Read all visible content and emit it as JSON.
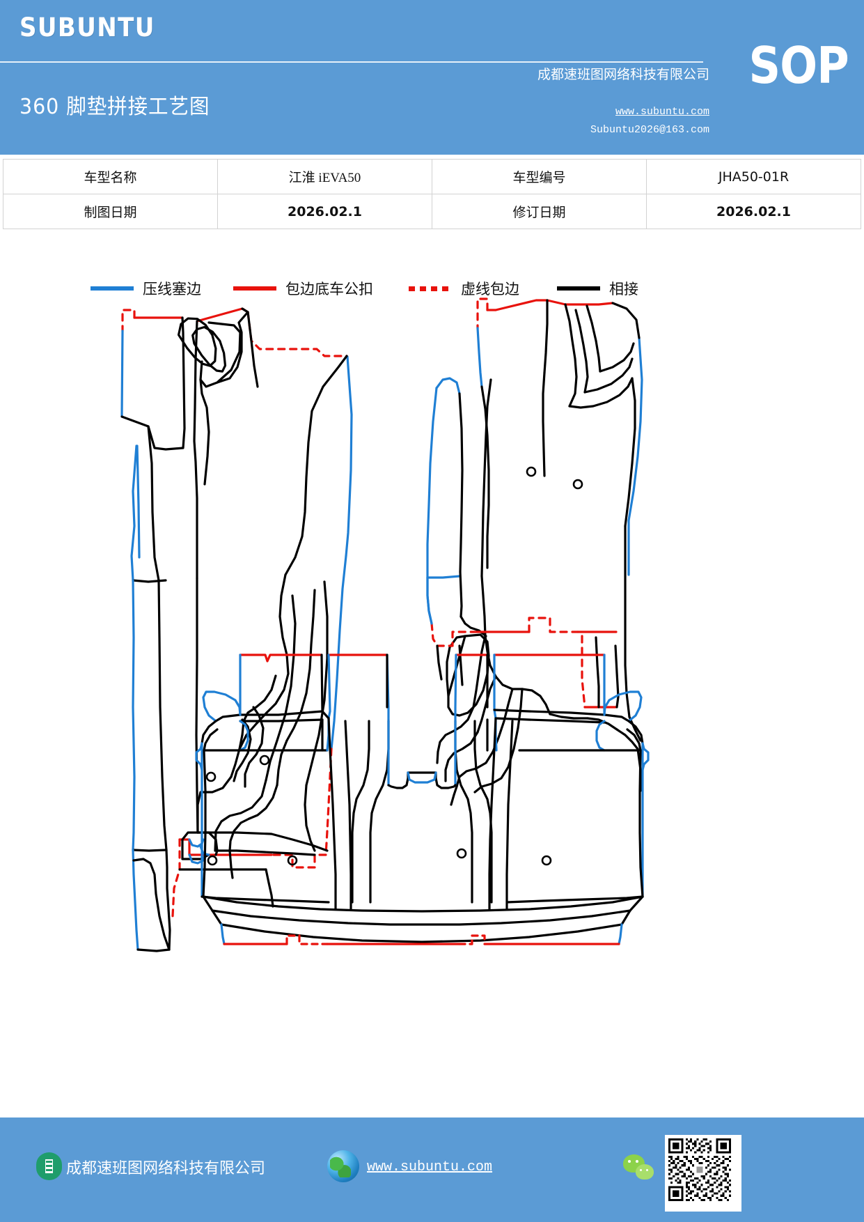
{
  "header": {
    "brand": "SUBUNTU",
    "doc_title": "360 脚垫拼接工艺图",
    "badge": "SOP",
    "company": "成都速班图网络科技有限公司",
    "website": "www.subuntu.com",
    "email": "Subuntu2026@163.com",
    "bg_color": "#5b9bd5"
  },
  "info_table": {
    "rows": [
      {
        "label_1": "车型名称",
        "value_1": "江淮 iEVA50",
        "label_2": "车型编号",
        "value_2": "JHA50-01R"
      },
      {
        "label_1": "制图日期",
        "value_1": "2026.02.1",
        "label_2": "修订日期",
        "value_2": "2026.02.1"
      }
    ]
  },
  "legend": {
    "items": [
      {
        "label": "压线塞边",
        "color": "#1f7fd4",
        "style": "solid"
      },
      {
        "label": "包边底车公扣",
        "color": "#e8120c",
        "style": "solid"
      },
      {
        "label": "虚线包边",
        "color": "#e8120c",
        "style": "dotted"
      },
      {
        "label": "相接",
        "color": "#000000",
        "style": "solid"
      }
    ]
  },
  "drawing": {
    "title": "360 脚垫拼接工艺图",
    "panels": [
      {
        "name": "front-left-mat",
        "position": "top-left"
      },
      {
        "name": "front-right-mat",
        "position": "top-right"
      },
      {
        "name": "rear-mat",
        "position": "bottom-center"
      }
    ],
    "stroke_colors": {
      "seam": "#000000",
      "press_edge": "#1f7fd4",
      "binding_clip": "#e8120c",
      "dashed_binding": "#e8120c"
    }
  },
  "footer": {
    "company": "成都速班图网络科技有限公司",
    "website": "www.subuntu.com",
    "bg_color": "#5b9bd5"
  }
}
